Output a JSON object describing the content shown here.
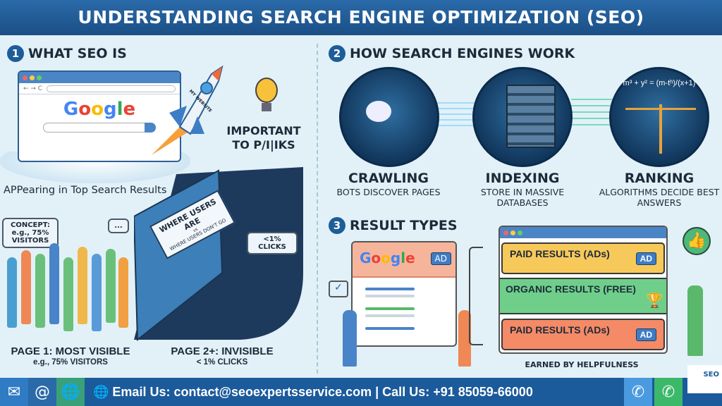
{
  "title": "UNDERSTANDING SEARCH ENGINE OPTIMIZATION (SEO)",
  "section1": {
    "number": "1",
    "heading": "WHAT SEO IS",
    "browser_logo": "Google",
    "rocket_label": "MY WEBSITE",
    "bulb_caption": "IMPORTANT TO P/I|IKS",
    "caption": "APPearing in Top Search Results",
    "bubble_concept": "CONCEPT: e.g., 75% VISITORS",
    "bubble_dots": "...",
    "wall_sign_main": "WHERE USERS ARE",
    "wall_sign_vs": "vs",
    "wall_sign_sub": "WHERE USERS DON'T GO",
    "bubble_clicks": "<1% CLICKS",
    "page1_title": "PAGE 1: MOST VISIBLE",
    "page1_sub": "e.g., 75% VISITORS",
    "page2_title": "PAGE 2+: INVISIBLE",
    "page2_sub": "< 1% CLICKS"
  },
  "section2": {
    "number": "2",
    "heading": "HOW SEARCH ENGINES WORK",
    "formula": "m³ + y² = (m-tʰ)/(x+1)",
    "steps": [
      {
        "title": "CRAWLING",
        "sub": "BOTS DISCOVER PAGES",
        "icon": "robot-crawler-icon"
      },
      {
        "title": "INDEXING",
        "sub": "STORE IN MASSIVE DATABASES",
        "icon": "server-database-icon"
      },
      {
        "title": "RANKING",
        "sub": "ALGORITHMS DECIDE BEST ANSWERS",
        "icon": "scale-algorithm-icon"
      }
    ]
  },
  "section3": {
    "number": "3",
    "heading": "RESULT TYPES",
    "browser_logo": "Google",
    "ad_label": "AD",
    "results": [
      {
        "label": "PAID RESULTS (ADs)",
        "badge": "AD",
        "color": "#f7c95a"
      },
      {
        "label": "ORGANIC RESULTS (FREE)",
        "badge": "",
        "color": "#6fcf8a"
      },
      {
        "label": "PAID RESULTS (ADs)",
        "badge": "AD",
        "color": "#f48a66"
      }
    ],
    "footer_caption": "EARNED BY HELPFULNESS"
  },
  "footer": {
    "contact": "Email Us: contact@seoexpertsservice.com | Call Us: +91 85059-66000",
    "logo_text": "SEO"
  },
  "colors": {
    "brand_blue": "#1b5a9b",
    "title_blue": "#2a6aa8",
    "background": "#e2f1f8"
  }
}
